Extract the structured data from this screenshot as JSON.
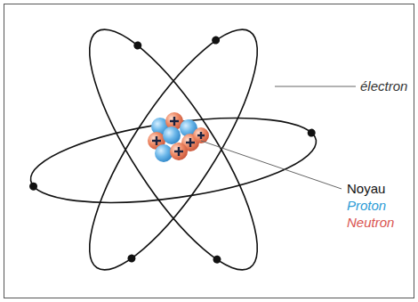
{
  "diagram": {
    "labels": [
      "électron",
      "Noyau",
      "Proton",
      "Neutron"
    ]
  }
}
